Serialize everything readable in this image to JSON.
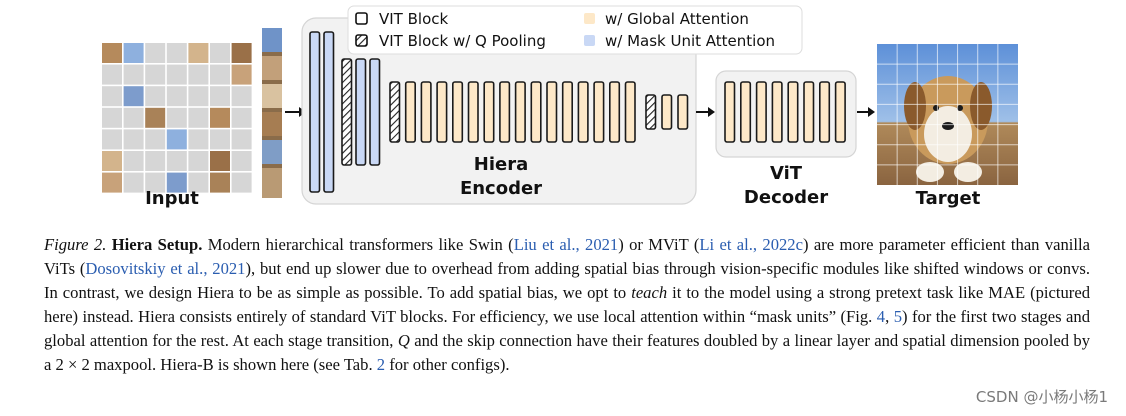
{
  "figure": {
    "legend": {
      "vit_block": "VIT Block",
      "vit_block_q_pooling": "VIT Block w/ Q Pooling",
      "global_attention": "w/ Global Attention",
      "mask_unit_attention": "w/ Mask Unit Attention"
    },
    "input_label": "Input",
    "target_label": "Target",
    "encoder_label_line1": "Hiera",
    "encoder_label_line2": "Encoder",
    "decoder_label_line1": "ViT",
    "decoder_label_line2": "Decoder",
    "colors": {
      "global_attention": "#fde8c8",
      "mask_unit_attention": "#c9d8f5",
      "panel_fill": "#f2f2f2",
      "grid_empty": "#d6d6d6",
      "citation": "#2a5db0"
    },
    "input_grid_visible_cells": [
      [
        0,
        0
      ],
      [
        0,
        1
      ],
      [
        0,
        4
      ],
      [
        0,
        6
      ],
      [
        1,
        6
      ],
      [
        2,
        1
      ],
      [
        3,
        2
      ],
      [
        3,
        5
      ],
      [
        4,
        3
      ],
      [
        5,
        0
      ],
      [
        5,
        5
      ],
      [
        6,
        0
      ],
      [
        6,
        3
      ],
      [
        6,
        5
      ]
    ]
  },
  "caption": {
    "fig_num": "Figure 2.",
    "title": "Hiera Setup.",
    "p1": " Modern hierarchical transformers like Swin (",
    "c1": "Liu et al., 2021",
    "p2": ") or MViT (",
    "c2": "Li et al., 2022c",
    "p3": ") are more parameter efficient than vanilla ViTs (",
    "c3": "Dosovitskiy et al., 2021",
    "p4": "), but end up slower due to overhead from adding spatial bias through vision-specific modules like shifted windows or convs. In contrast, we design Hiera to be as simple as possible. To add spatial bias, we opt to ",
    "em": "teach",
    "p5": " it to the model using a strong pretext task like MAE (pictured here) instead. Hiera consists entirely of standard ViT blocks. For efficiency, we use local attention within “mask units” (Fig. ",
    "r1": "4",
    "sep": ", ",
    "r2": "5",
    "p6": ") for the first two stages and global attention for the rest. At each stage transition, ",
    "q": "Q",
    "p7": " and the skip connection have their features doubled by a linear layer and spatial dimension pooled by a 2 × 2 maxpool. Hiera-B is shown here (see Tab. ",
    "r3": "2",
    "p8": " for other configs)."
  },
  "watermark": "CSDN @小杨小杨1"
}
